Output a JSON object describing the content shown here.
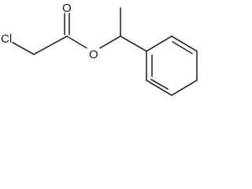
{
  "molecule": {
    "atoms": {
      "chlorine": "Cl",
      "carbonyl_oxygen": "O",
      "ester_oxygen": "O"
    }
  },
  "colors": {
    "bond": "#2b2b2b",
    "label": "#1a1a1a",
    "background": "#ffffff"
  }
}
